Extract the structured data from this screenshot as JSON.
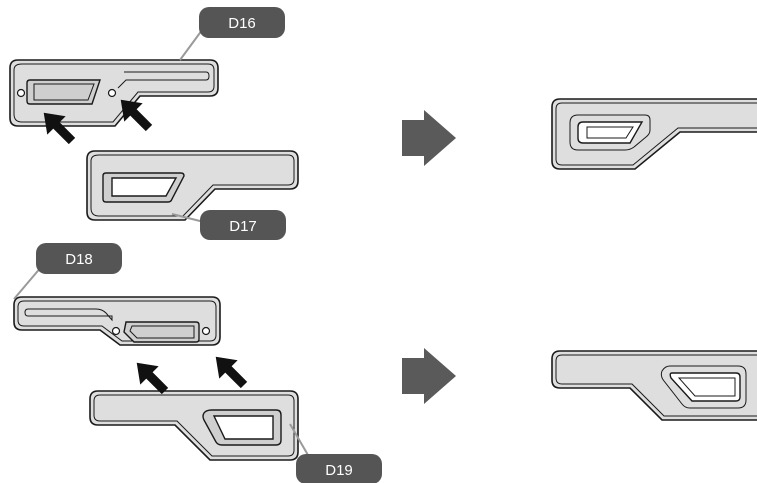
{
  "callouts": {
    "d16": "D16",
    "d17": "D17",
    "d18": "D18",
    "d19": "D19"
  },
  "colors": {
    "part_fill": "#dedede",
    "outline": "#1a1a1a",
    "callout_fill": "#555555",
    "callout_text": "#ffffff",
    "step_arrow": "#5a5a5a",
    "install_arrow": "#111111",
    "leader_line": "#9a9a9a"
  },
  "icons": {
    "install_arrow": "black-diagonal-arrow-icon",
    "step_arrow": "gray-right-arrow-icon",
    "screw": "screw-icon"
  }
}
